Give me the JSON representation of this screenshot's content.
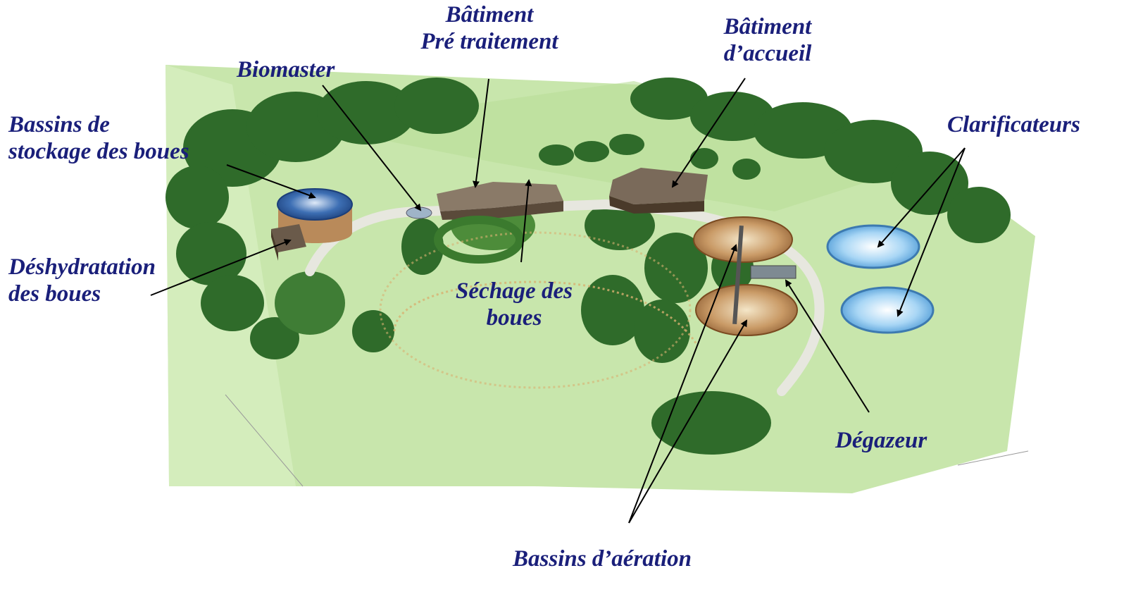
{
  "labels": {
    "batiment_pretraitement": {
      "line1": "Bâtiment",
      "line2": "Pré traitement"
    },
    "batiment_accueil": {
      "line1": "Bâtiment",
      "line2": "d’accueil"
    },
    "biomaster": "Biomaster",
    "bassins_stockage": {
      "line1": "Bassins de",
      "line2": "stockage des boues"
    },
    "clarificateurs": "Clarificateurs",
    "deshydratation": {
      "line1": "Déshydratation",
      "line2": "des boues"
    },
    "sechage": {
      "line1": "Séchage des",
      "line2": "boues"
    },
    "degazeur": "Dégazeur",
    "bassins_aeration": "Bassins d’aération"
  },
  "colors": {
    "label_text": "#1a1f7a",
    "arrow": "#000000",
    "grass": "#bfe0a0",
    "tree": "#2f6b2a",
    "water": "#8ec8ee",
    "tank_brown": "#b98a5a",
    "building_roof": "#7a6a5a"
  }
}
